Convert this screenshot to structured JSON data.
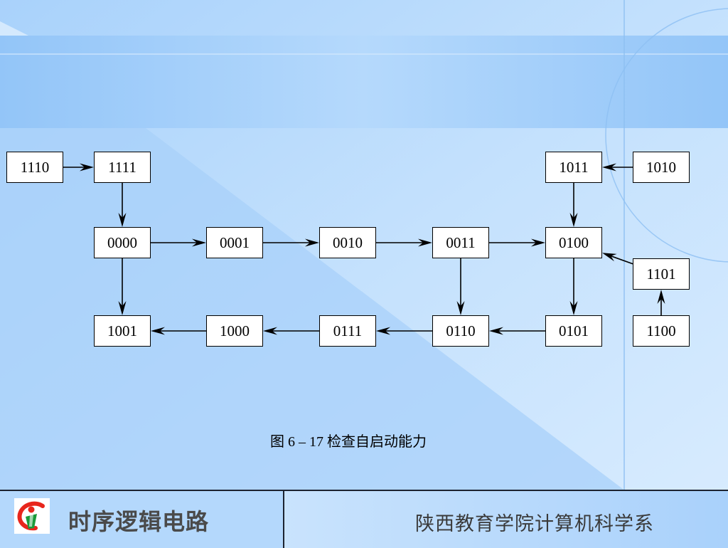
{
  "diagram": {
    "nodes": [
      {
        "id": "1110",
        "label": "1110"
      },
      {
        "id": "1111",
        "label": "1111"
      },
      {
        "id": "1011",
        "label": "1011"
      },
      {
        "id": "1010",
        "label": "1010"
      },
      {
        "id": "0000",
        "label": "0000"
      },
      {
        "id": "0001",
        "label": "0001"
      },
      {
        "id": "0010",
        "label": "0010"
      },
      {
        "id": "0011",
        "label": "0011"
      },
      {
        "id": "0100",
        "label": "0100"
      },
      {
        "id": "1101",
        "label": "1101"
      },
      {
        "id": "1001",
        "label": "1001"
      },
      {
        "id": "1000",
        "label": "1000"
      },
      {
        "id": "0111",
        "label": "0111"
      },
      {
        "id": "0110",
        "label": "0110"
      },
      {
        "id": "0101",
        "label": "0101"
      },
      {
        "id": "1100",
        "label": "1100"
      }
    ],
    "edges": [
      {
        "from": "1110",
        "to": "1111"
      },
      {
        "from": "1111",
        "to": "0000"
      },
      {
        "from": "1010",
        "to": "1011"
      },
      {
        "from": "1011",
        "to": "0100"
      },
      {
        "from": "0000",
        "to": "0001"
      },
      {
        "from": "0001",
        "to": "0010"
      },
      {
        "from": "0010",
        "to": "0011"
      },
      {
        "from": "0011",
        "to": "0100"
      },
      {
        "from": "1101",
        "to": "0100"
      },
      {
        "from": "1100",
        "to": "1101"
      },
      {
        "from": "0000",
        "to": "1001"
      },
      {
        "from": "0011",
        "to": "0110"
      },
      {
        "from": "0100",
        "to": "0101"
      },
      {
        "from": "0101",
        "to": "0110"
      },
      {
        "from": "0110",
        "to": "0111"
      },
      {
        "from": "0111",
        "to": "1000"
      },
      {
        "from": "1000",
        "to": "1001"
      }
    ]
  },
  "caption": "图 6 – 17  检查自启动能力",
  "footer": {
    "course_title": "时序逻辑电路",
    "school": "陕西教育学院计算机科学系"
  },
  "colors": {
    "background": "#bcdcfb",
    "band": "#9ccaf9",
    "node_fill": "#ffffff",
    "node_border": "#000000",
    "footer_divider": "#1c2330",
    "logo_red": "#e8261c",
    "logo_green": "#1a9a3a"
  }
}
